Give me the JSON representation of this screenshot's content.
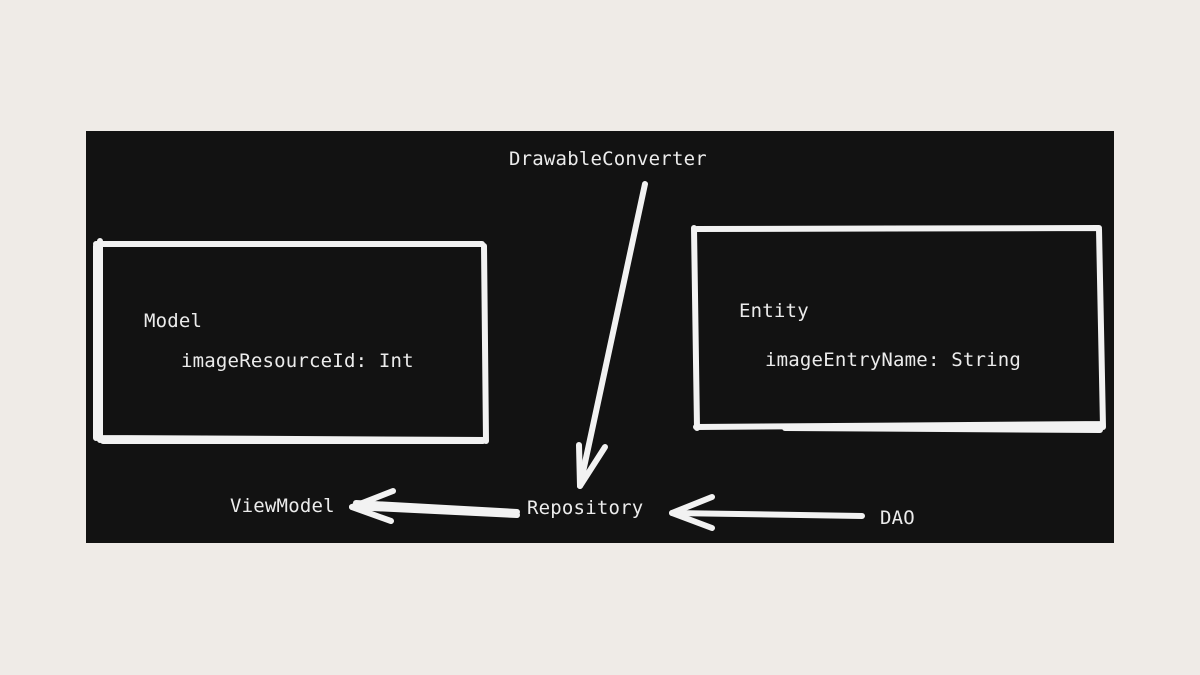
{
  "colors": {
    "page_background": "#efebe7",
    "board_background": "#121212",
    "stroke": "#f2f2f2",
    "text": "#ececec"
  },
  "nodes": {
    "drawable_converter": "DrawableConverter",
    "model": {
      "title": "Model",
      "field": "imageResourceId: Int"
    },
    "entity": {
      "title": "Entity",
      "field": "imageEntryName: String"
    },
    "view_model": "ViewModel",
    "repository": "Repository",
    "dao": "DAO"
  },
  "edges": [
    {
      "from": "DrawableConverter",
      "to": "Repository"
    },
    {
      "from": "Repository",
      "to": "ViewModel"
    },
    {
      "from": "DAO",
      "to": "Repository"
    }
  ]
}
